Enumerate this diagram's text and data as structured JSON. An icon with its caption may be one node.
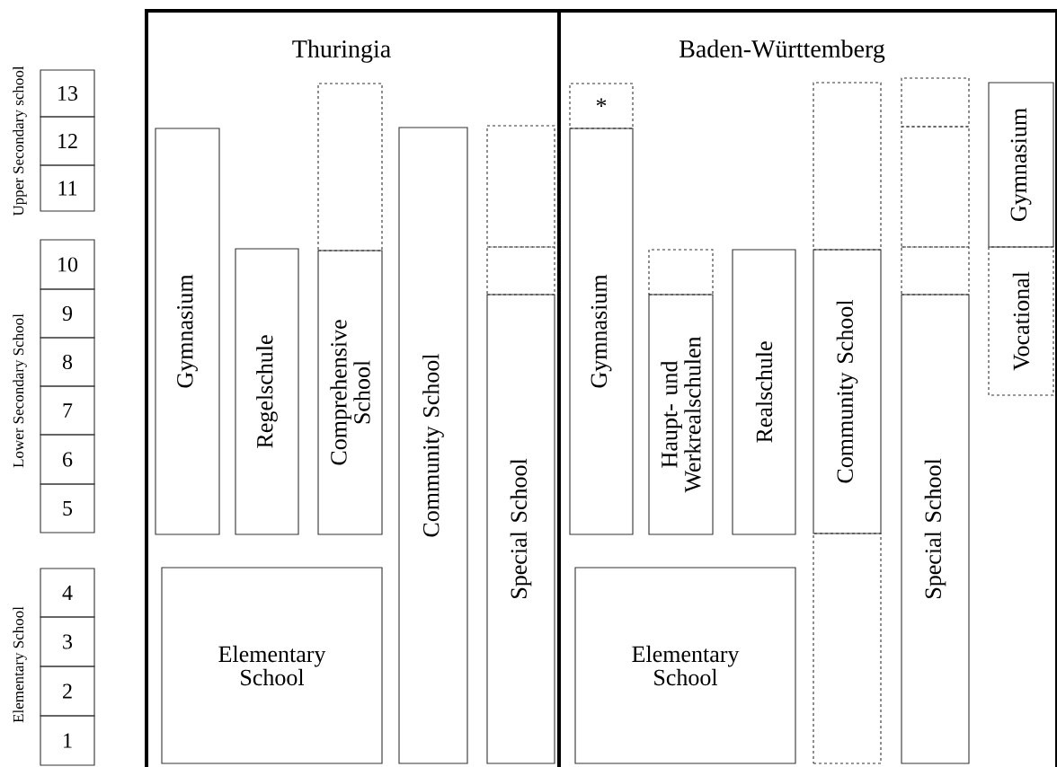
{
  "diagram": {
    "nodes": [
      {
        "text": [
          "13"
        ]
      },
      {
        "text": [
          "12"
        ]
      },
      {
        "text": [
          "11"
        ]
      },
      {
        "text": [
          "10"
        ]
      },
      {
        "text": [
          "9"
        ]
      },
      {
        "text": [
          "8"
        ]
      },
      {
        "text": [
          "7"
        ]
      },
      {
        "text": [
          "6"
        ]
      },
      {
        "text": [
          "5"
        ]
      },
      {
        "text": [
          "4"
        ]
      },
      {
        "text": [
          "3"
        ]
      },
      {
        "text": [
          "2"
        ]
      },
      {
        "text": [
          "1"
        ]
      },
      {
        "text": [
          "Thuringia"
        ]
      },
      {
        "text": [
          "Gymnasium"
        ],
        "in": 13
      },
      {
        "text": [
          "Regelschule"
        ],
        "in": 13
      },
      {
        "text": [],
        "shape": "box",
        "in": 13
      },
      {
        "text": [
          "Comprehensive School"
        ],
        "in": 13
      },
      {
        "text": [
          "Community School"
        ],
        "in": 13
      },
      {
        "text": [],
        "shape": "box",
        "in": 13
      },
      {
        "text": [],
        "shape": "box",
        "in": 13
      },
      {
        "text": [
          "Special School"
        ],
        "in": 13
      },
      {
        "text": [
          "Elementary School"
        ],
        "in": 13
      },
      {
        "text": [
          "Baden-Württemberg"
        ]
      },
      {
        "text": [
          "*"
        ],
        "in": 23
      },
      {
        "text": [
          "Gymnasium"
        ],
        "in": 23
      },
      {
        "text": [],
        "shape": "box",
        "in": 23
      },
      {
        "text": [
          "Haupt- und Werkrealschulen"
        ],
        "in": 23
      },
      {
        "text": [
          "Realschule"
        ],
        "in": 23
      },
      {
        "text": [],
        "shape": "box",
        "in": 23
      },
      {
        "text": [
          "Community School"
        ],
        "in": 23
      },
      {
        "text": [],
        "shape": "box",
        "in": 23
      },
      {
        "text": [],
        "shape": "box",
        "in": 23
      },
      {
        "text": [],
        "shape": "box",
        "in": 23
      },
      {
        "text": [],
        "shape": "box",
        "in": 23
      },
      {
        "text": [
          "Special School"
        ],
        "in": 23
      },
      {
        "text": [
          "Gymnasium"
        ],
        "in": 23
      },
      {
        "text": [
          "Vocational"
        ],
        "in": 23
      },
      {
        "text": [
          "Elementary School"
        ],
        "in": 23
      }
    ],
    "labels": [
      "Upper Secondary school",
      "Lower Secondary School",
      "Elementary School"
    ]
  }
}
